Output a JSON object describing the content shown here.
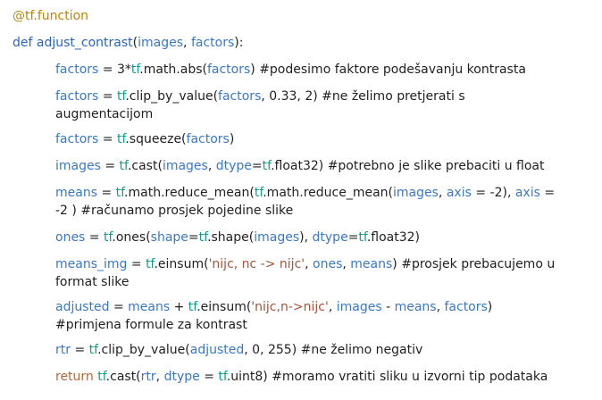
{
  "code_lines": [
    {
      "parts": [
        {
          "t": "@tf.function",
          "c": "decorator"
        }
      ]
    },
    {
      "parts": [
        {
          "t": "def ",
          "c": "kw"
        },
        {
          "t": "adjust_contrast",
          "c": "fn"
        },
        {
          "t": "(",
          "c": "dark"
        },
        {
          "t": "images",
          "c": "var"
        },
        {
          "t": ", ",
          "c": "dark"
        },
        {
          "t": "factors",
          "c": "var"
        },
        {
          "t": "):",
          "c": "dark"
        }
      ]
    },
    {
      "parts": [
        {
          "t": "factors",
          "c": "var"
        },
        {
          "t": " = 3*",
          "c": "dark"
        },
        {
          "t": "tf",
          "c": "tf"
        },
        {
          "t": ".math.abs(",
          "c": "dark"
        },
        {
          "t": "factors",
          "c": "var"
        },
        {
          "t": ") #podesimo faktore podešavanju kontrasta",
          "c": "dark"
        }
      ]
    },
    {
      "parts": [
        {
          "t": "factors",
          "c": "var"
        },
        {
          "t": " = ",
          "c": "dark"
        },
        {
          "t": "tf",
          "c": "tf"
        },
        {
          "t": ".clip_by_value(",
          "c": "dark"
        },
        {
          "t": "factors",
          "c": "var"
        },
        {
          "t": ", 0.33, 2) #ne želimo pretjerati s",
          "c": "dark"
        }
      ]
    },
    {
      "parts": [
        {
          "t": "augmentacijom",
          "c": "dark"
        }
      ]
    },
    {
      "parts": [
        {
          "t": "factors",
          "c": "var"
        },
        {
          "t": " = ",
          "c": "dark"
        },
        {
          "t": "tf",
          "c": "tf"
        },
        {
          "t": ".squeeze(",
          "c": "dark"
        },
        {
          "t": "factors",
          "c": "var"
        },
        {
          "t": ")",
          "c": "dark"
        }
      ]
    },
    {
      "parts": [
        {
          "t": "images",
          "c": "var"
        },
        {
          "t": " = ",
          "c": "dark"
        },
        {
          "t": "tf",
          "c": "tf"
        },
        {
          "t": ".cast(",
          "c": "dark"
        },
        {
          "t": "images",
          "c": "var"
        },
        {
          "t": ", ",
          "c": "dark"
        },
        {
          "t": "dtype",
          "c": "var"
        },
        {
          "t": "=",
          "c": "dark"
        },
        {
          "t": "tf",
          "c": "tf"
        },
        {
          "t": ".float32) #potrebno je slike prebaciti u float",
          "c": "dark"
        }
      ]
    },
    {
      "parts": [
        {
          "t": "means",
          "c": "var"
        },
        {
          "t": " = ",
          "c": "dark"
        },
        {
          "t": "tf",
          "c": "tf"
        },
        {
          "t": ".math.reduce_mean(",
          "c": "dark"
        },
        {
          "t": "tf",
          "c": "tf"
        },
        {
          "t": ".math.reduce_mean(",
          "c": "dark"
        },
        {
          "t": "images",
          "c": "var"
        },
        {
          "t": ", ",
          "c": "dark"
        },
        {
          "t": "axis",
          "c": "var"
        },
        {
          "t": " = -2), ",
          "c": "dark"
        },
        {
          "t": "axis",
          "c": "var"
        },
        {
          "t": " =",
          "c": "dark"
        }
      ]
    },
    {
      "parts": [
        {
          "t": "-2 ) #računamo prosjek pojedine slike",
          "c": "dark"
        }
      ]
    },
    {
      "parts": [
        {
          "t": "ones",
          "c": "var"
        },
        {
          "t": " = ",
          "c": "dark"
        },
        {
          "t": "tf",
          "c": "tf"
        },
        {
          "t": ".ones(",
          "c": "dark"
        },
        {
          "t": "shape",
          "c": "var"
        },
        {
          "t": "=",
          "c": "dark"
        },
        {
          "t": "tf",
          "c": "tf"
        },
        {
          "t": ".shape(",
          "c": "dark"
        },
        {
          "t": "images",
          "c": "var"
        },
        {
          "t": "), ",
          "c": "dark"
        },
        {
          "t": "dtype",
          "c": "var"
        },
        {
          "t": "=",
          "c": "dark"
        },
        {
          "t": "tf",
          "c": "tf"
        },
        {
          "t": ".float32)",
          "c": "dark"
        }
      ]
    },
    {
      "parts": [
        {
          "t": "means_img",
          "c": "var"
        },
        {
          "t": " = ",
          "c": "dark"
        },
        {
          "t": "tf",
          "c": "tf"
        },
        {
          "t": ".einsum(",
          "c": "dark"
        },
        {
          "t": "'nijc, nc -> nijc'",
          "c": "str"
        },
        {
          "t": ", ",
          "c": "dark"
        },
        {
          "t": "ones",
          "c": "var"
        },
        {
          "t": ", ",
          "c": "dark"
        },
        {
          "t": "means",
          "c": "var"
        },
        {
          "t": ") #prosjek prebacujemo u",
          "c": "dark"
        }
      ]
    },
    {
      "parts": [
        {
          "t": "format slike",
          "c": "dark"
        }
      ]
    },
    {
      "parts": [
        {
          "t": "adjusted",
          "c": "var"
        },
        {
          "t": " = ",
          "c": "dark"
        },
        {
          "t": "means",
          "c": "var"
        },
        {
          "t": " + ",
          "c": "dark"
        },
        {
          "t": "tf",
          "c": "tf"
        },
        {
          "t": ".einsum(",
          "c": "dark"
        },
        {
          "t": "'nijc,n->nijc'",
          "c": "str"
        },
        {
          "t": ", ",
          "c": "dark"
        },
        {
          "t": "images",
          "c": "var"
        },
        {
          "t": " - ",
          "c": "dark"
        },
        {
          "t": "means",
          "c": "var"
        },
        {
          "t": ", ",
          "c": "dark"
        },
        {
          "t": "factors",
          "c": "var"
        },
        {
          "t": ")",
          "c": "dark"
        }
      ]
    },
    {
      "parts": [
        {
          "t": "#primjena formule za kontrast",
          "c": "dark"
        }
      ]
    },
    {
      "parts": [
        {
          "t": "rtr",
          "c": "var"
        },
        {
          "t": " = ",
          "c": "dark"
        },
        {
          "t": "tf",
          "c": "tf"
        },
        {
          "t": ".clip_by_value(",
          "c": "dark"
        },
        {
          "t": "adjusted",
          "c": "var"
        },
        {
          "t": ", 0, 255) #ne želimo negativ",
          "c": "dark"
        }
      ]
    },
    {
      "parts": [
        {
          "t": "return ",
          "c": "ret"
        },
        {
          "t": "tf",
          "c": "tf"
        },
        {
          "t": ".cast(",
          "c": "dark"
        },
        {
          "t": "rtr",
          "c": "var"
        },
        {
          "t": ", ",
          "c": "dark"
        },
        {
          "t": "dtype",
          "c": "var"
        },
        {
          "t": " = ",
          "c": "dark"
        },
        {
          "t": "tf",
          "c": "tf"
        },
        {
          "t": ".uint8) #moramo vratiti sliku u izvorni tip podataka",
          "c": "dark"
        }
      ]
    }
  ]
}
